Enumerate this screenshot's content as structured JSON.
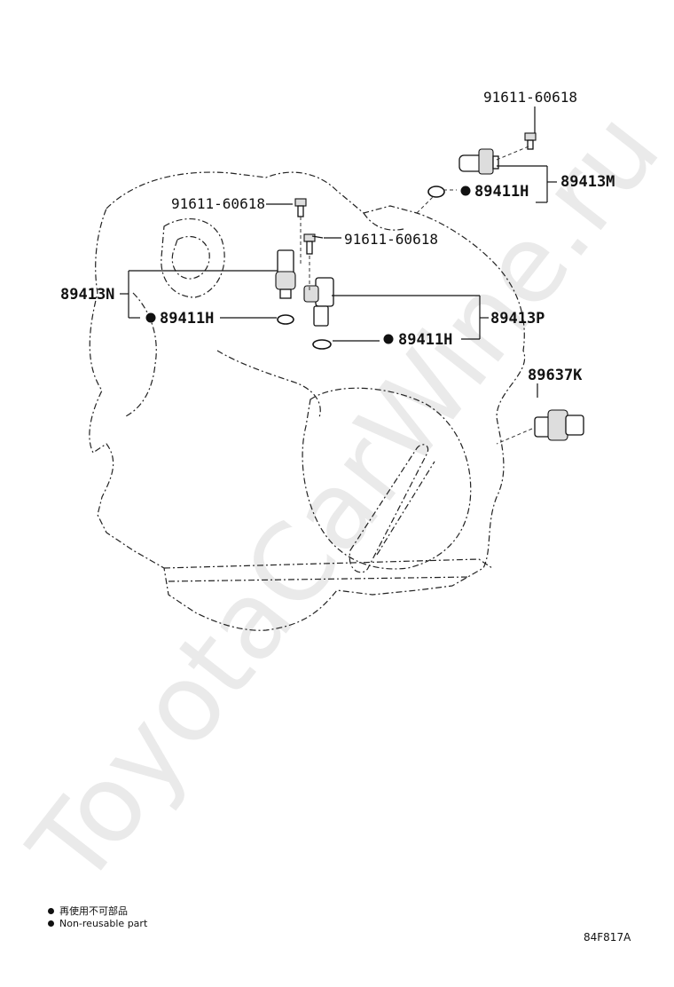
{
  "watermark": "ToyotaCarWine.ru",
  "labels": {
    "bolt_top": "91611-60618",
    "sensor_m": "89413M",
    "oring_m": "89411H",
    "bolt_left": "91611-60618",
    "bolt_mid": "91611-60618",
    "sensor_n": "89413N",
    "oring_n": "89411H",
    "sensor_p": "89413P",
    "oring_p": "89411H",
    "switch_k": "89637K"
  },
  "legend": {
    "jp": "再使用不可部品",
    "en": "Non-reusable part"
  },
  "diagram_code": "84F817A"
}
